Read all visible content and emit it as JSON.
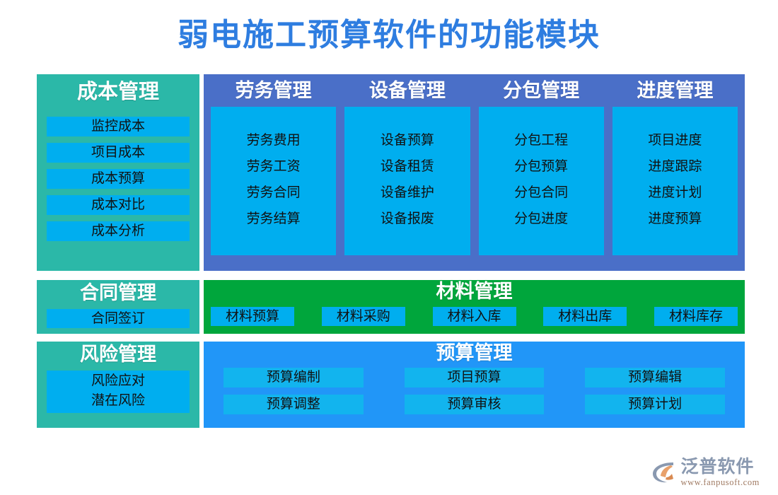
{
  "page": {
    "title": "弱电施工预算软件的功能模块",
    "title_color": "#2E7DE0",
    "background": "#FFFFFF"
  },
  "colors": {
    "teal_panel": "#2BB8A8",
    "modules_panel": "#4A6FC8",
    "material_panel": "#00A63C",
    "budget_panel": "#2196F8",
    "item_blue": "#00AEEF",
    "budget_item_blue": "#12B4EE",
    "header_text": "#FFFFFF",
    "item_text": "#111111"
  },
  "panels": {
    "cost": {
      "title": "成本管理",
      "items": [
        "监控成本",
        "项目成本",
        "成本预算",
        "成本对比",
        "成本分析"
      ]
    },
    "contract": {
      "title": "合同管理",
      "items": [
        "合同签订"
      ]
    },
    "risk": {
      "title": "风险管理",
      "items": [
        "风险应对",
        "潜在风险"
      ]
    },
    "modules": {
      "columns": [
        {
          "title": "劳务管理",
          "items": [
            "劳务费用",
            "劳务工资",
            "劳务合同",
            "劳务结算"
          ]
        },
        {
          "title": "设备管理",
          "items": [
            "设备预算",
            "设备租赁",
            "设备维护",
            "设备报废"
          ]
        },
        {
          "title": "分包管理",
          "items": [
            "分包工程",
            "分包预算",
            "分包合同",
            "分包进度"
          ]
        },
        {
          "title": "进度管理",
          "items": [
            "项目进度",
            "进度跟踪",
            "进度计划",
            "进度预算"
          ]
        }
      ]
    },
    "material": {
      "title": "材料管理",
      "items": [
        "材料预算",
        "材料采购",
        "材料入库",
        "材料出库",
        "材料库存"
      ]
    },
    "budget": {
      "title": "预算管理",
      "items": [
        "预算编制",
        "项目预算",
        "预算编辑",
        "预算调整",
        "预算审核",
        "预算计划"
      ]
    }
  },
  "logo": {
    "name": "泛普软件",
    "url": "www.fanpusoft.com",
    "mark_arc_color": "#8A99B0",
    "mark_accent_color": "#E8A06A"
  }
}
